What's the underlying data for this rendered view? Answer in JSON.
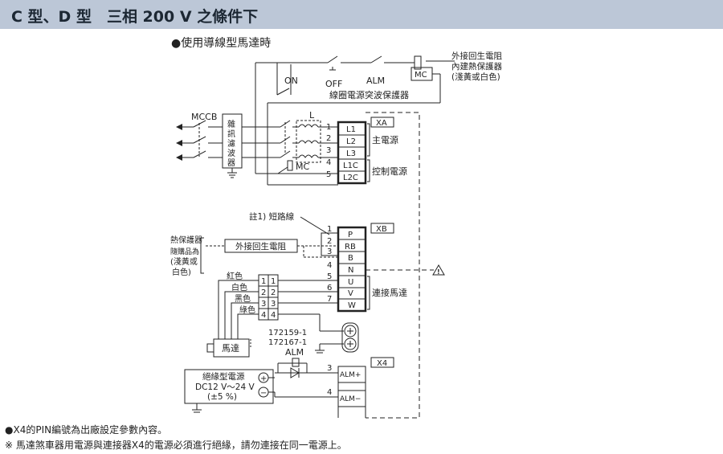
{
  "header": {
    "title": "C 型、D 型　三相 200 V 之條件下"
  },
  "diagram": {
    "subtitle": "●使用導線型馬達時",
    "mccb": "MCCB",
    "noise_filter": [
      "雜",
      "訊",
      "濾",
      "波",
      "器"
    ],
    "reactor": "L",
    "switches": {
      "on": "ON",
      "off": "OFF",
      "alm": "ALM"
    },
    "mc": "MC",
    "mc_coil": "MC",
    "surge_protector": "線圈電源突波保護器",
    "thermal_note": [
      "外接回生電阻",
      "內建熱保護器",
      "(淺黃或白色)"
    ],
    "xa": {
      "label": "XA",
      "pins": [
        "1",
        "2",
        "3",
        "4",
        "5"
      ],
      "terminals": [
        "L1",
        "L2",
        "L3",
        "L1C",
        "L2C"
      ],
      "main_power": "主電源",
      "control_power": "控制電源"
    },
    "xb": {
      "label": "XB",
      "pins": [
        "1",
        "2",
        "3",
        "4",
        "5",
        "6",
        "7"
      ],
      "terminals": [
        "P",
        "RB",
        "B",
        "N",
        "U",
        "V",
        "W"
      ],
      "motor_connect": "連接馬達",
      "short_wire": "註1) 短路線",
      "ext_resistor": "外接回生電阻",
      "thermal_protector": [
        "熱保護器",
        "隨購品為",
        "(淺黃或",
        "白色)"
      ]
    },
    "motor_wires": {
      "colors": [
        "紅色",
        "白色",
        "黑色",
        "綠色"
      ],
      "numbers": [
        "1",
        "2",
        "3",
        "4"
      ],
      "part1": "172159-1",
      "part2": "172167-1",
      "motor": "馬達"
    },
    "x4": {
      "label": "X4",
      "pin_alm_plus": "3",
      "pin_alm_minus": "4",
      "alm_plus": "ALM+",
      "alm_minus": "ALM−",
      "relay": "ALM"
    },
    "psu": {
      "title": "絕緣型電源",
      "voltage": "DC12 V〜24 V",
      "tolerance": "(±5 %)",
      "plus": "+",
      "minus": "−"
    }
  },
  "notes": [
    "●X4的PIN編號為出廠設定參數內容。",
    "※ 馬達煞車器用電源與連接器X4的電源必須進行絕緣，請勿連接在同一電源上。"
  ]
}
